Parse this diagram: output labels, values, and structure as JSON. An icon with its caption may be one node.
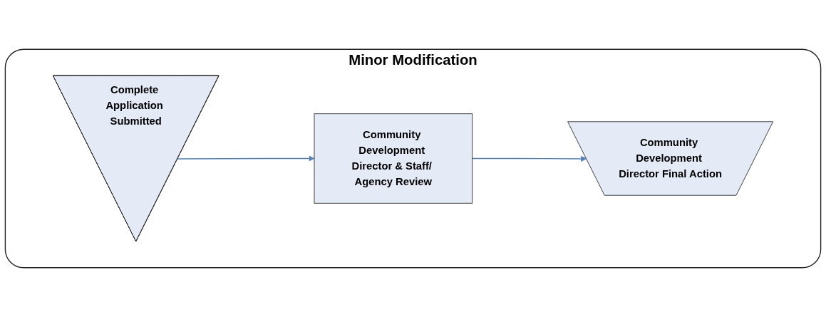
{
  "diagram": {
    "nodes": [
      {
        "text": [
          "Minor Modification"
        ]
      },
      {
        "text": [
          "Complete Application Submitted"
        ],
        "in": 0
      },
      {
        "text": [
          "Community Development Director & Staff/ Agency Review"
        ],
        "in": 0
      },
      {
        "text": [
          "Community Development Director Final Action"
        ],
        "in": 0
      }
    ],
    "edges": [
      {
        "from": 1,
        "to": 2,
        "arrow": "to"
      },
      {
        "from": 2,
        "to": 3,
        "arrow": "to"
      }
    ]
  }
}
